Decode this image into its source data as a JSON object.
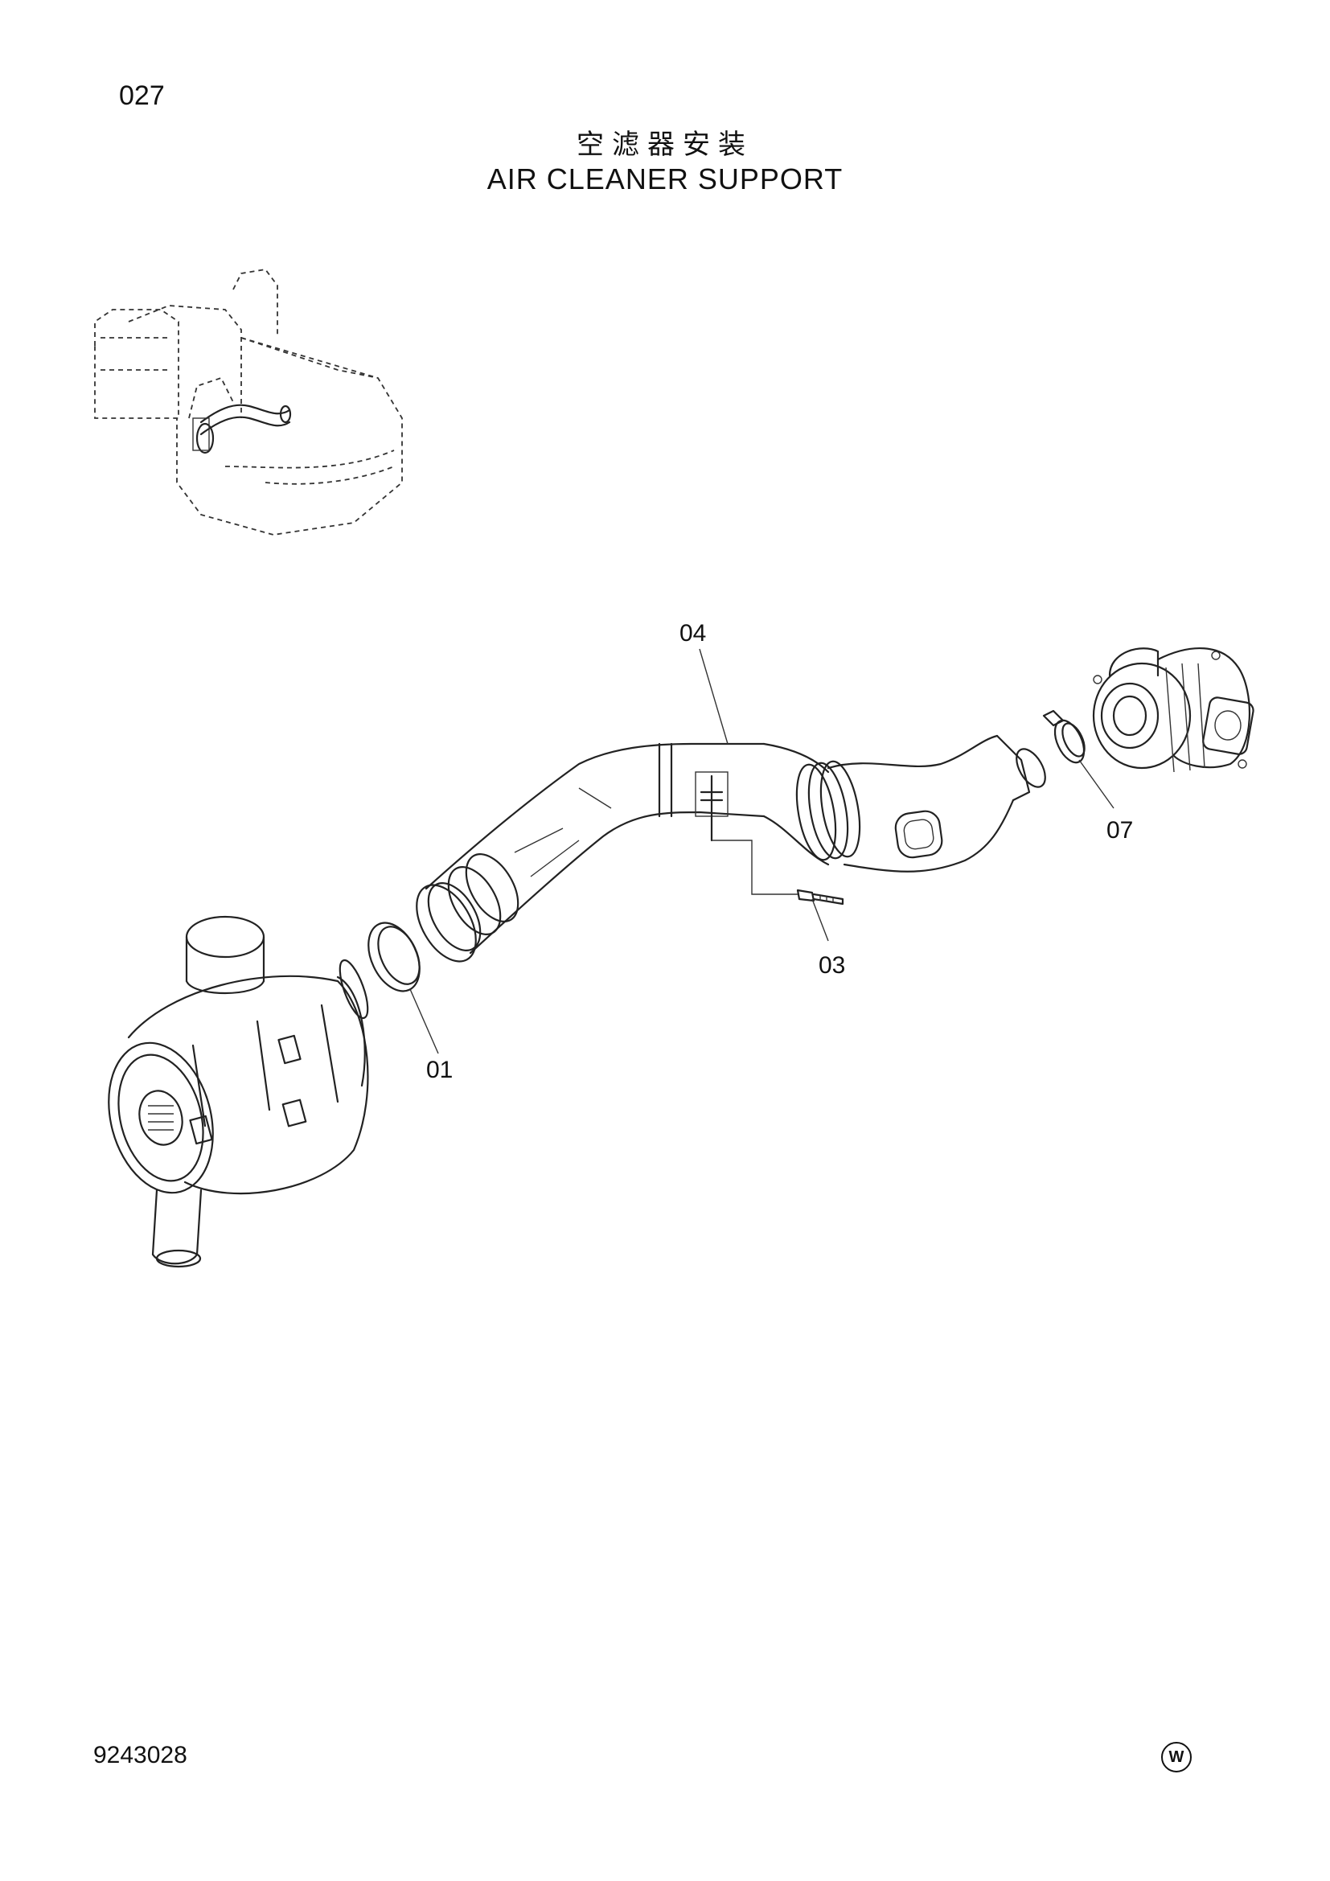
{
  "header": {
    "page_number": "027",
    "title_cn": "空滤器安装",
    "title_en": "AIR CLEANER SUPPORT"
  },
  "footer": {
    "doc_number": "9243028",
    "mark": "W"
  },
  "callouts": [
    {
      "id": "01",
      "label": "01"
    },
    {
      "id": "03",
      "label": "03"
    },
    {
      "id": "04",
      "label": "04"
    },
    {
      "id": "07",
      "label": "07"
    }
  ]
}
